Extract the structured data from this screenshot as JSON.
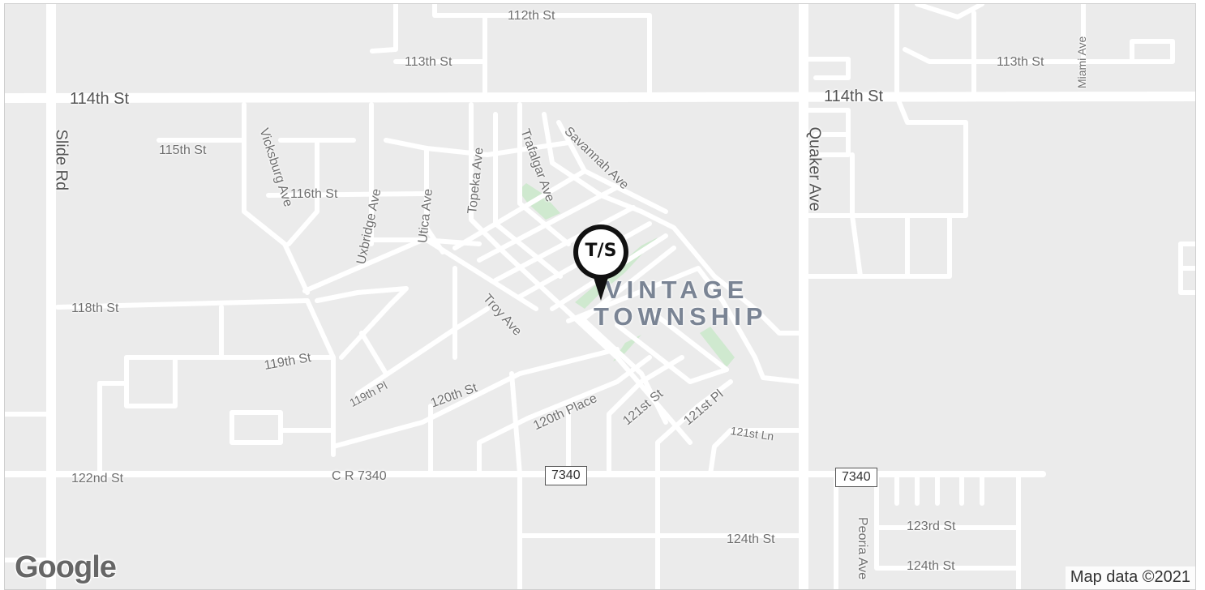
{
  "streets": {
    "s112": "112th St",
    "s113a": "113th St",
    "s113b": "113th St",
    "s114a": "114th St",
    "s114b": "114th St",
    "s115": "115th St",
    "s116": "116th St",
    "s118": "118th St",
    "s119": "119th St",
    "p119": "119th Pl",
    "s120": "120th St",
    "p120": "120th Place",
    "s121": "121st St",
    "p121": "121st Pl",
    "l121": "121st Ln",
    "s122": "122nd St",
    "cr": "C R 7340",
    "s123": "123rd St",
    "s124a": "124th St",
    "s124b": "124th St",
    "slide": "Slide Rd",
    "vicksburg": "Vicksburg Ave",
    "uxbridge": "Uxbridge Ave",
    "utica": "Utica Ave",
    "topeka": "Topeka Ave",
    "trafalgar": "Trafalgar Ave",
    "savannah": "Savannah Ave",
    "troy": "Troy Ave",
    "quaker": "Quaker Ave",
    "miami": "Miami Ave",
    "peoria": "Peoria Ave"
  },
  "shields": {
    "a": "7340",
    "b": "7340"
  },
  "district": {
    "line1": "VINTAGE",
    "line2": "TOWNSHIP"
  },
  "marker": {
    "text": "T/S"
  },
  "logo": "Google",
  "attribution": "Map data ©2021",
  "colors": {
    "background": "#ebebeb",
    "road": "#ffffff",
    "park": "#cfe9cf",
    "district": "#7a8494"
  }
}
